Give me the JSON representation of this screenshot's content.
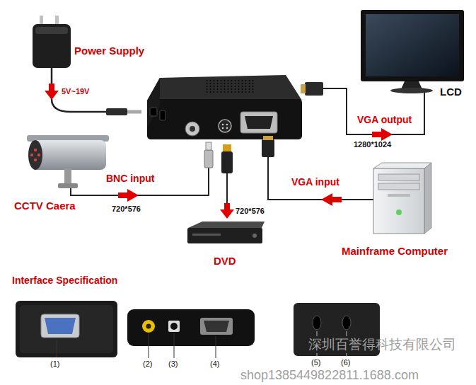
{
  "diagram": {
    "nodes": [
      {
        "text": [
          "Power Supply"
        ]
      },
      {
        "text": [
          "LCD"
        ]
      },
      {
        "text": [
          "CCTV Caera"
        ]
      },
      {
        "text": [
          "DVD"
        ]
      },
      {
        "text": [
          "Mainframe Computer"
        ]
      }
    ],
    "labels": [
      "5V~19V",
      "VGA output",
      "1280*1024",
      "BNC input",
      "720*576",
      "720*576",
      "VGA input",
      "Interface Specification",
      "(1)",
      "(2)",
      "(3)",
      "(4)",
      "(5)",
      "(6)",
      "深圳百誉得科技有限公司",
      "shop1385449822811.1688.com"
    ]
  }
}
